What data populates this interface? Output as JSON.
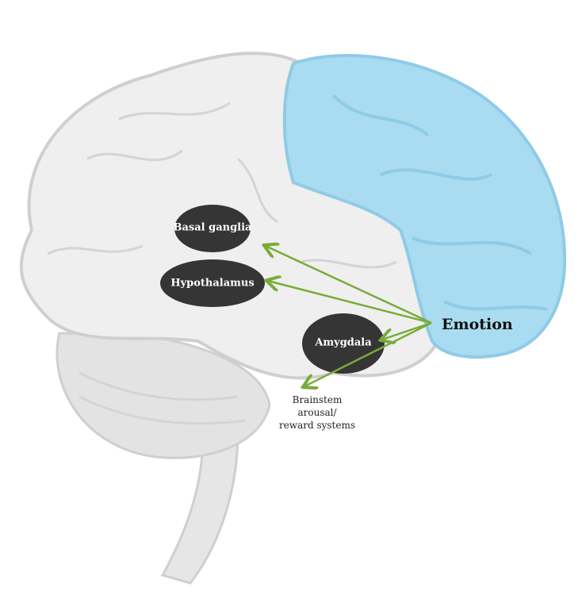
{
  "regions": {
    "basal_ganglia": "Basal ganglia",
    "hypothalamus": "Hypothalamus",
    "amygdala": "Amygdala",
    "brainstem_line1": "Brainstem arousal/",
    "brainstem_line2": "reward systems"
  },
  "source_label": "Emotion",
  "colors": {
    "frontal": "#a9dcf0",
    "brain": "#ececec",
    "ellipse": "#353535",
    "arrow": "#7aab3a"
  }
}
